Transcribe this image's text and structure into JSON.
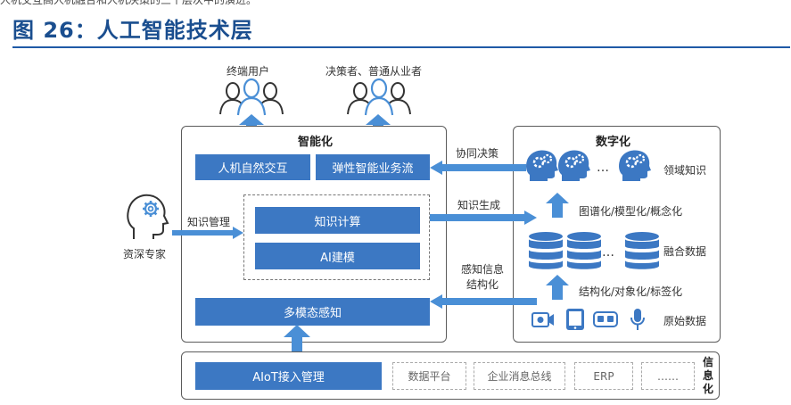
{
  "page": {
    "top_cut_text": "人机交互高人机融合和人机决策的三个层次中的演进。",
    "figure_title": "图 26：人工智能技术层"
  },
  "users": {
    "end_users": "终端用户",
    "deciders": "决策者、普通从业者"
  },
  "expert": {
    "label": "资深专家",
    "arrow_label": "知识管理"
  },
  "intel_panel": {
    "title": "智能化",
    "hci": "人机自然交互",
    "elastic": "弹性智能业务流",
    "knowledge_compute": "知识计算",
    "ai_modeling": "AI建模",
    "multimodal": "多模态感知"
  },
  "digital_panel": {
    "title": "数字化",
    "ellipsis": "…",
    "domain_knowledge": "领域知识",
    "graph_model": "图谱化/模型化/概念化",
    "fused_data": "融合数据",
    "structured": "结构化/对象化/标签化",
    "raw_data": "原始数据"
  },
  "flows": {
    "collab": "协同决策",
    "gen": "知识生成",
    "perception_line1": "感知信息",
    "perception_line2": "结构化"
  },
  "info_panel": {
    "aiot": "AIoT接入管理",
    "data_platform": "数据平台",
    "bus": "企业消息总线",
    "erp": "ERP",
    "more": "……",
    "side_label_1": "信",
    "side_label_2": "息",
    "side_label_3": "化"
  },
  "colors": {
    "accent": "#3c78c3",
    "arrow": "#4a8fd6",
    "title": "#1a4e8f"
  }
}
